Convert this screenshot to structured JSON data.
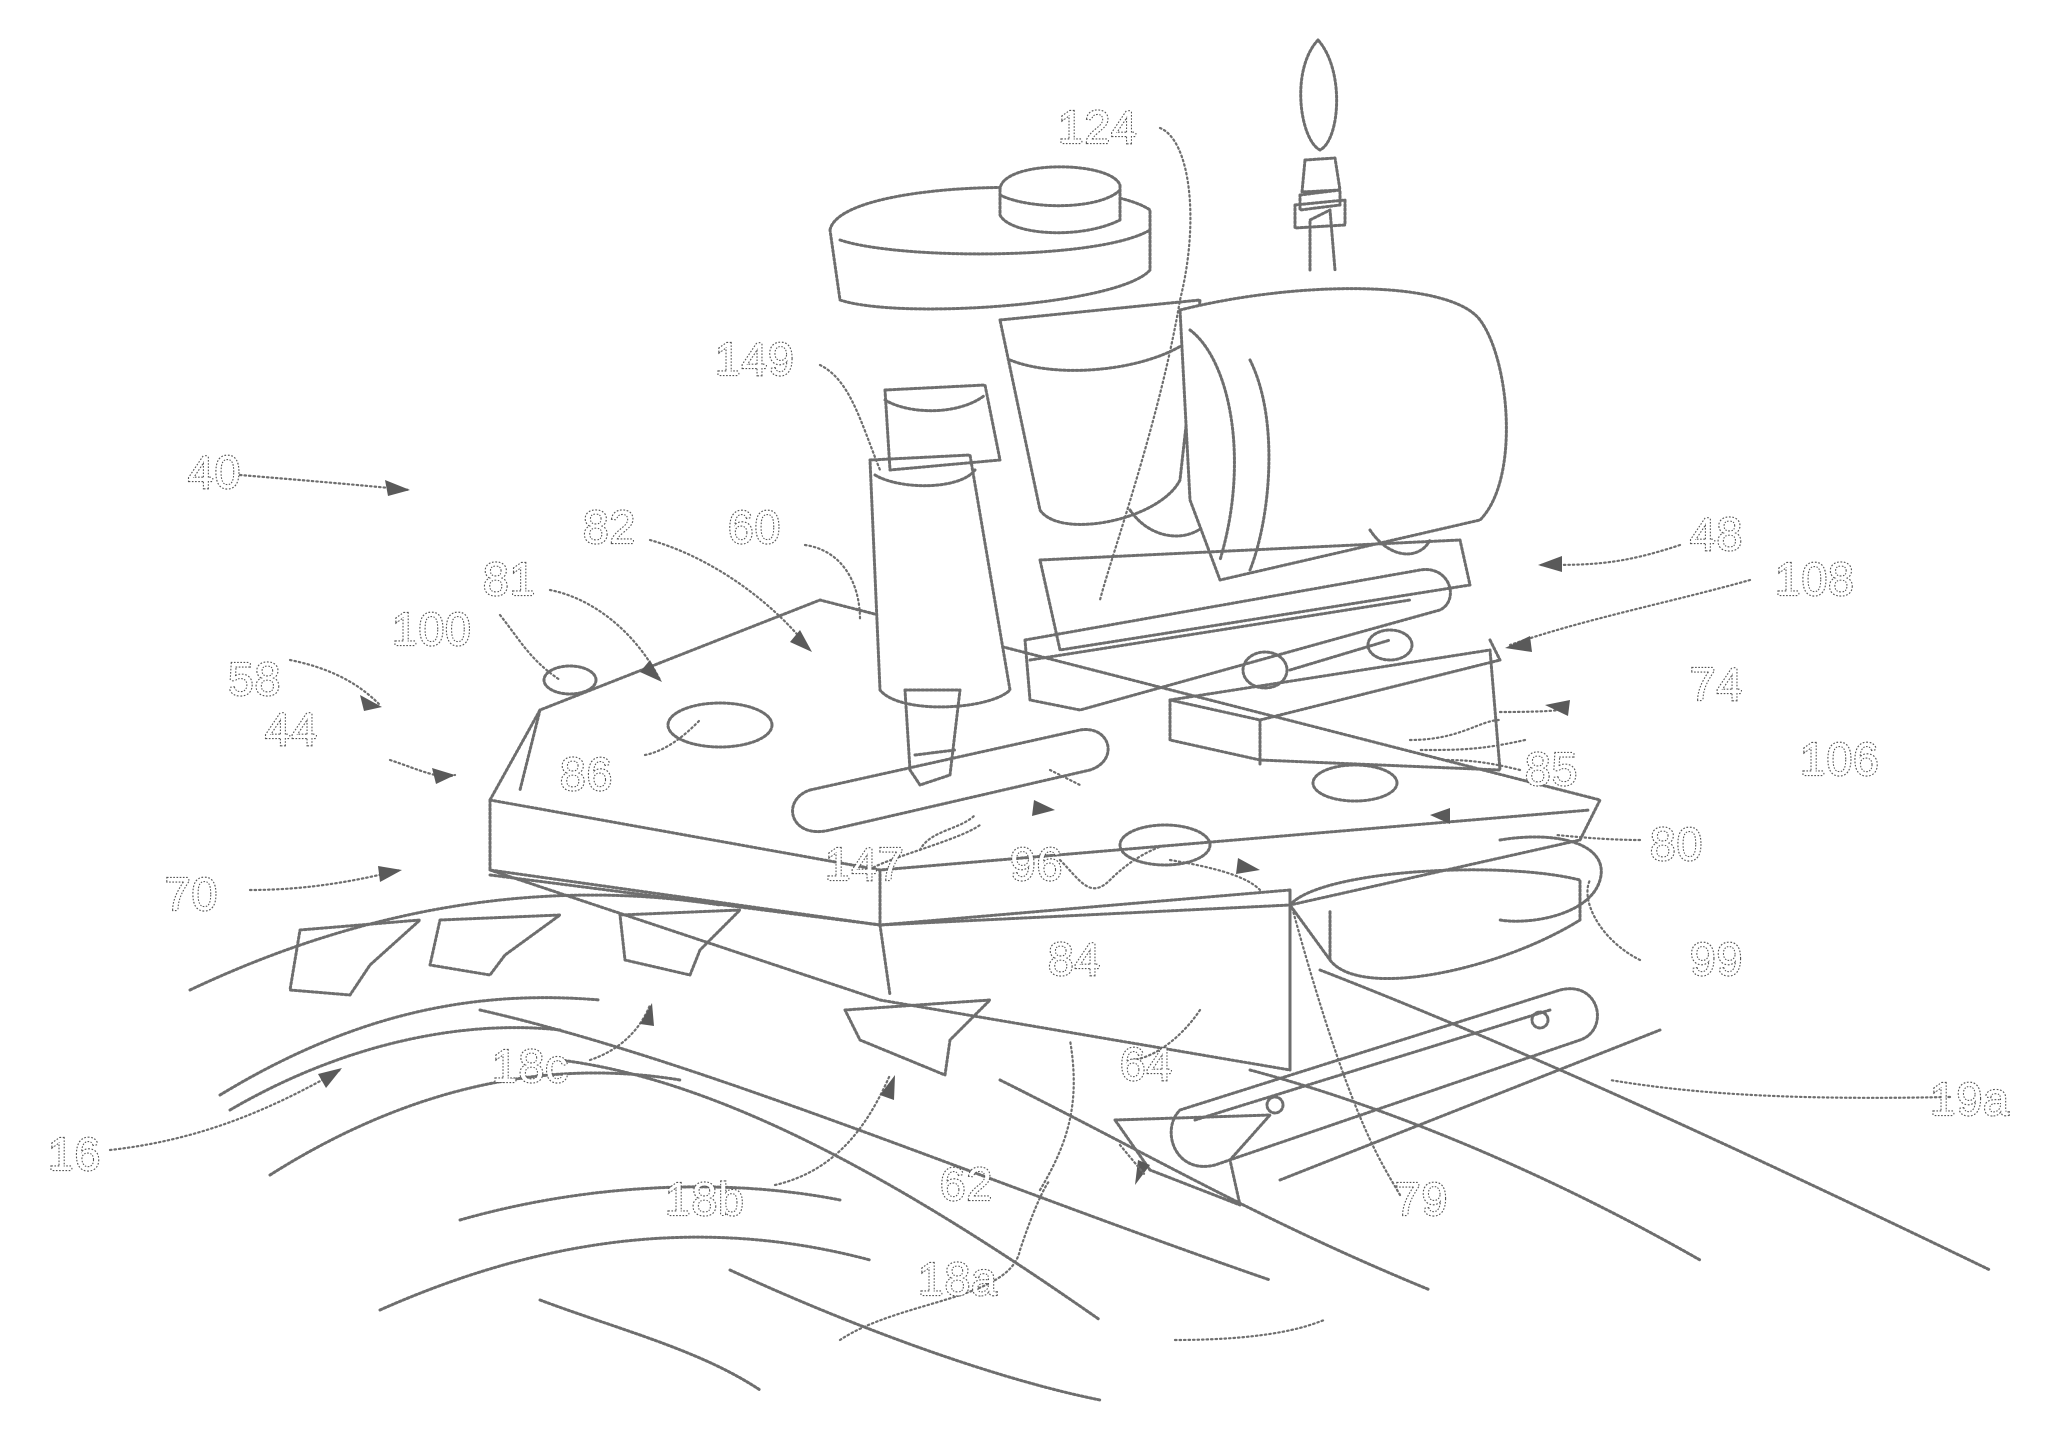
{
  "labels": {
    "l16": "16",
    "l18a": "18a",
    "l18b": "18b",
    "l18c": "18c",
    "l19a": "19a",
    "l40": "40",
    "l44": "44",
    "l48": "48",
    "l58": "58",
    "l60": "60",
    "l62": "62",
    "l64": "64",
    "l70": "70",
    "l74": "74",
    "l79": "79",
    "l80": "80",
    "l81": "81",
    "l82": "82",
    "l84": "84",
    "l85": "85",
    "l86": "86",
    "l96": "96",
    "l99": "99",
    "l100": "100",
    "l106": "106",
    "l108": "108",
    "l124": "124",
    "l147": "147",
    "l149": "149"
  },
  "colors": {
    "line": "#6e6e6e",
    "background": "#ffffff"
  }
}
